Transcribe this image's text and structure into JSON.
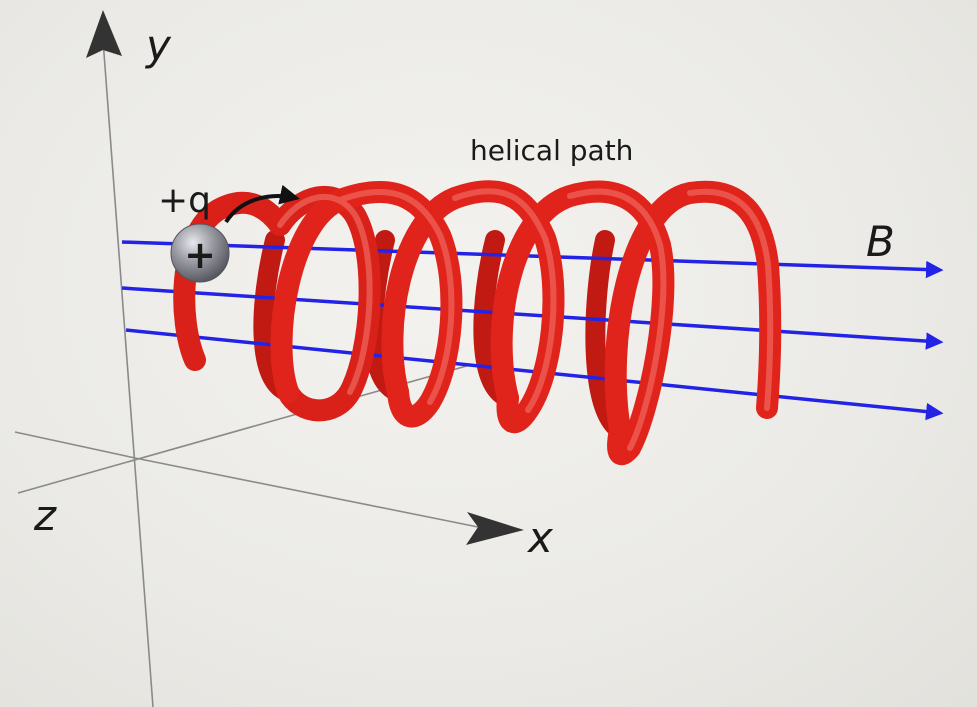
{
  "axes": {
    "x_label": "x",
    "y_label": "y",
    "z_label": "z"
  },
  "particle": {
    "charge_label": "+q",
    "symbol": "+"
  },
  "path": {
    "label": "helical path",
    "turns": 5
  },
  "field": {
    "label": "B",
    "line_count": 3
  },
  "colors": {
    "helix": "#e0241b",
    "field_lines": "#2323e6",
    "particle": "#8d8d96",
    "axes": "#8a8a8a",
    "background": "#ecebe7"
  }
}
